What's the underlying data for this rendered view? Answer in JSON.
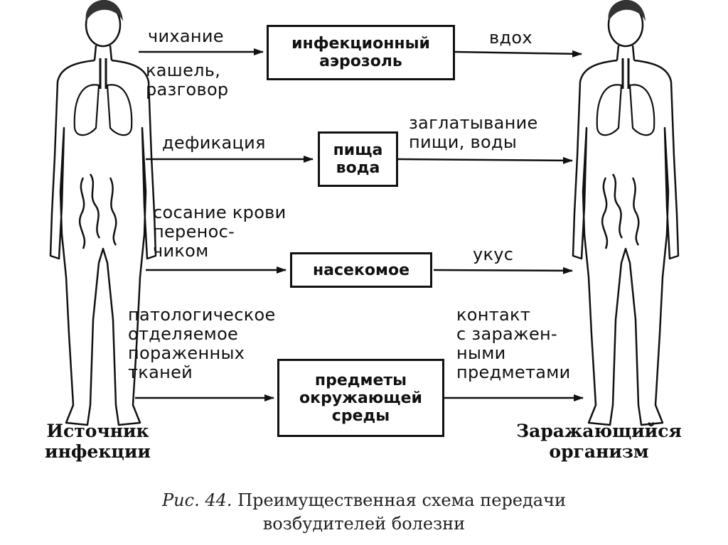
{
  "figure": {
    "caption_prefix": "Рис. 44.",
    "caption_line1": "Преимущественная схема передачи",
    "caption_line2": "возбудителей болезни"
  },
  "source_label": "Источник\nинфекции",
  "target_label": "Заражающийся\nорганизм",
  "routes": [
    {
      "from_text": "чихание",
      "extra_text": "кашель,\nразговор",
      "box": "инфекционный\nаэрозоль",
      "to_text": "вдох"
    },
    {
      "from_text": "дефикация",
      "box": "пища\nвода",
      "to_text": "заглатывание\nпищи, воды"
    },
    {
      "from_text": "сосание крови\nперенос-\nчиком",
      "box": "насекомое",
      "to_text": "укус"
    },
    {
      "from_text": "патологическое\nотделяемое\nпораженных\nтканей",
      "box": "предметы\nокружающей\nсреды",
      "to_text": "контакт\nс заражен-\nными\nпредметами"
    }
  ],
  "figures": [
    {
      "role": "source-person"
    },
    {
      "role": "infected-person"
    }
  ]
}
